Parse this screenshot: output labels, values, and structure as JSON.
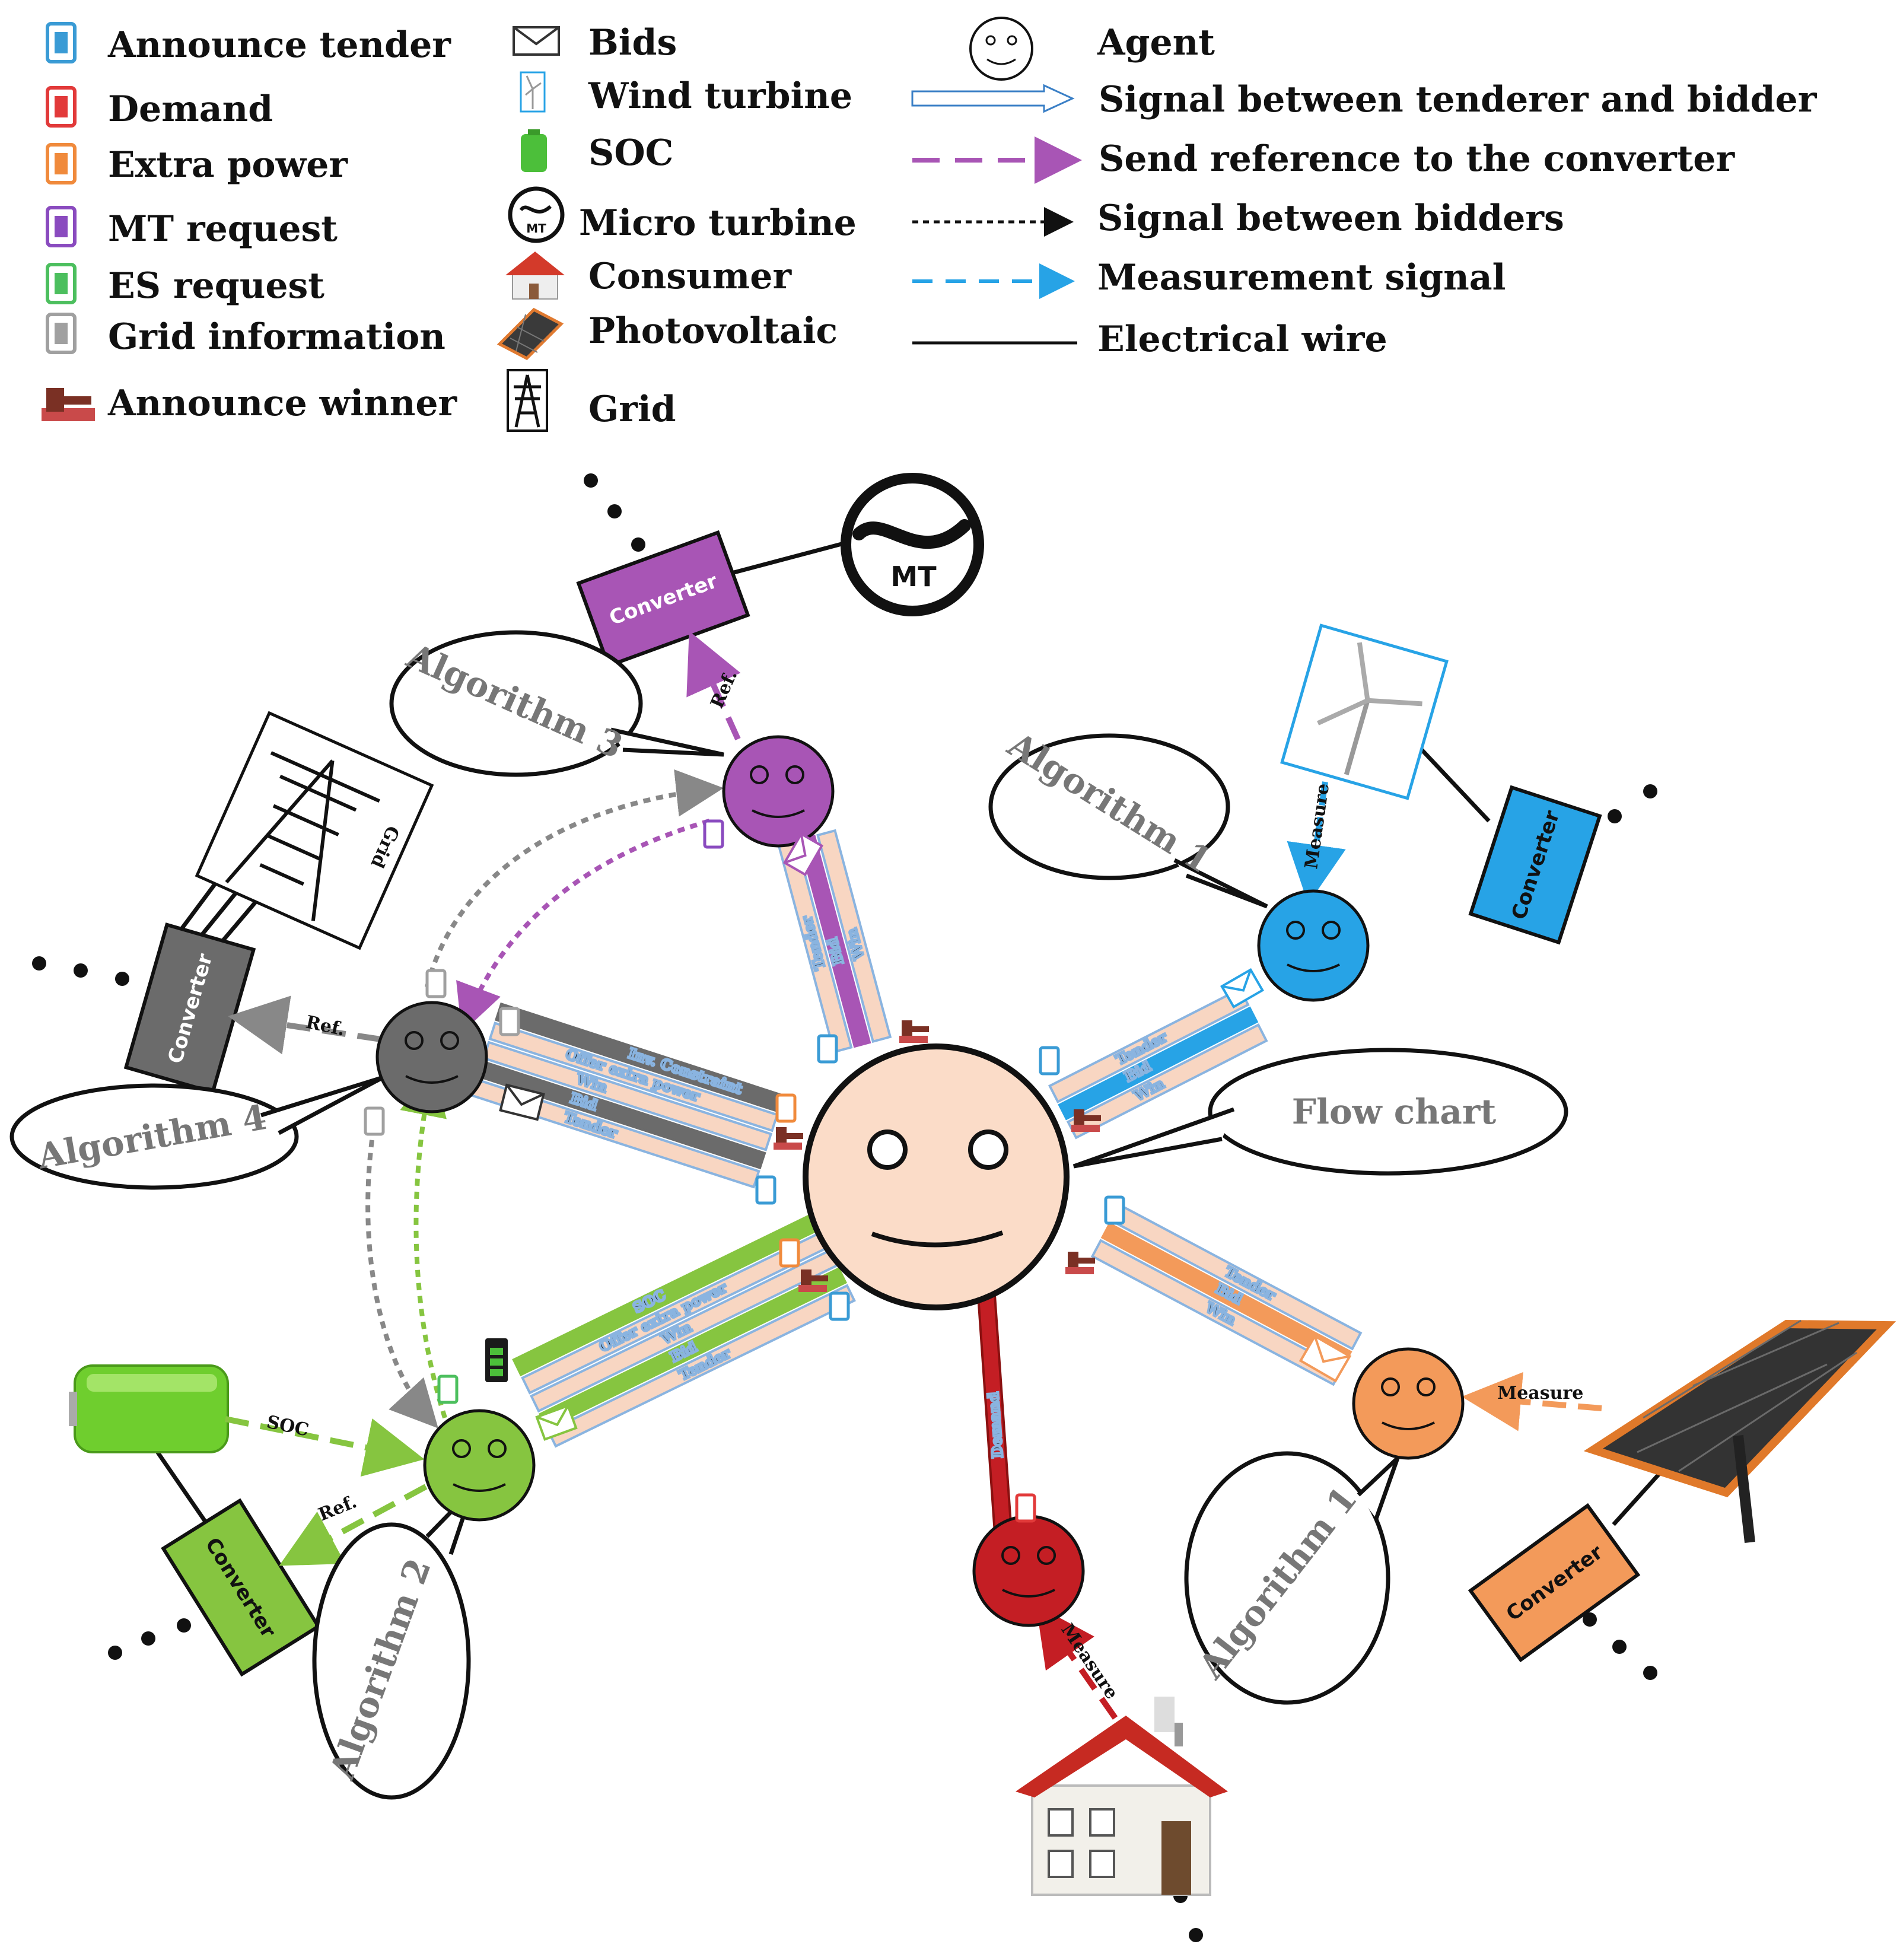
{
  "legend": {
    "col1": [
      {
        "label": "Announce tender",
        "icon": "tender-icon",
        "color": "#3a9bd5"
      },
      {
        "label": "Demand",
        "icon": "demand-icon",
        "color": "#e23a3a"
      },
      {
        "label": "Extra power",
        "icon": "extra-power-icon",
        "color": "#f08a3c"
      },
      {
        "label": "MT request",
        "icon": "mt-request-icon",
        "color": "#8a4bbf"
      },
      {
        "label": "ES request",
        "icon": "es-request-icon",
        "color": "#4cbf5e"
      },
      {
        "label": "Grid information",
        "icon": "grid-info-icon",
        "color": "#a0a0a0"
      },
      {
        "label": "Announce winner",
        "icon": "gavel-icon",
        "color": "#8a3b2a"
      }
    ],
    "col2": [
      {
        "label": "Bids",
        "icon": "envelope-icon"
      },
      {
        "label": "Wind turbine",
        "icon": "wind-turbine-icon"
      },
      {
        "label": "SOC",
        "icon": "battery-icon"
      },
      {
        "label": "Micro turbine",
        "icon": "micro-turbine-icon",
        "icon_text": "MT"
      },
      {
        "label": "Consumer",
        "icon": "house-icon"
      },
      {
        "label": "Photovoltaic",
        "icon": "solar-panel-icon"
      },
      {
        "label": "Grid",
        "icon": "pylon-icon"
      }
    ],
    "col3": [
      {
        "label": "Agent",
        "icon": "smiley-icon"
      },
      {
        "label": "Signal between tenderer and bidder",
        "icon": "hollow-arrow-icon"
      },
      {
        "label": "Send reference to the converter",
        "icon": "purple-dashed-arrow-icon"
      },
      {
        "label": "Signal between bidders",
        "icon": "dotted-arrow-icon"
      },
      {
        "label": "Measurement signal",
        "icon": "blue-dashed-arrow-icon"
      },
      {
        "label": "Electrical wire",
        "icon": "line-icon"
      }
    ]
  },
  "colors": {
    "central_agent": "#fbdcc8",
    "mt_agent": "#a855b5",
    "wind_agent": "#27a3e6",
    "grid_agent": "#6b6b6b",
    "es_agent": "#86c540",
    "pv_agent": "#f39a5a",
    "consumer_agent": "#c41e24",
    "hollow_arrow_fill": "#f8d6c2",
    "hollow_arrow_stroke": "#8ab4e0"
  },
  "diagram": {
    "mt_symbol": "MT",
    "converters": {
      "mt": "Converter",
      "wind": "Converter",
      "grid": "Converter",
      "es": "Converter",
      "pv": "Converter"
    },
    "algorithms": {
      "mt": "Algorithm 3",
      "wind": "Algorithm 1",
      "grid": "Algorithm 4",
      "es": "Algorithm 2",
      "pv": "Algorithm 1"
    },
    "flow_chart": "Flow chart",
    "grid_icon_label": "Grid",
    "signals": {
      "ref": "Ref.",
      "measure": "Measure",
      "soc": "SOC",
      "demand": "Demand",
      "tender": "Tender",
      "bid": "Bid",
      "win": "Win",
      "inv_constraint": "Inv. Constraint",
      "offer_extra_power": "Offer extra power"
    }
  }
}
